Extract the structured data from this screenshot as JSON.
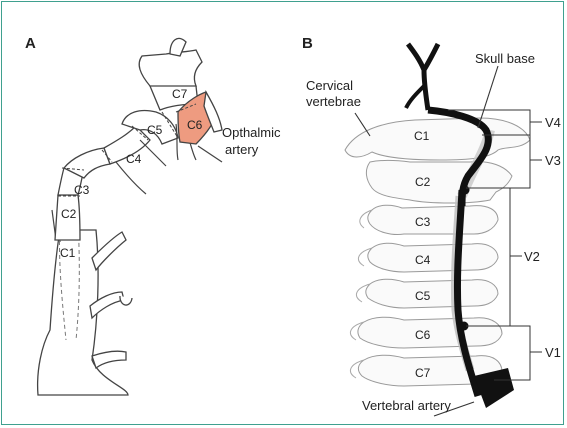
{
  "panels": {
    "a_label": "A",
    "b_label": "B"
  },
  "panel_a": {
    "segments": [
      "C1",
      "C2",
      "C3",
      "C4",
      "C5",
      "C6",
      "C7"
    ],
    "branch_label_line1": "Opthalmic",
    "branch_label_line2": "artery",
    "colors": {
      "c6_highlight": "#ee9b80",
      "vessel_outline": "#444444"
    }
  },
  "panel_b": {
    "cervical_line1": "Cervical",
    "cervical_line2": "vertebrae",
    "skull_base": "Skull base",
    "vertebral_artery": "Vertebral artery",
    "vertebrae": [
      "C1",
      "C2",
      "C3",
      "C4",
      "C5",
      "C6",
      "C7"
    ],
    "segments": [
      "V4",
      "V3",
      "V2",
      "V1"
    ],
    "colors": {
      "artery": "#111111",
      "bone_outline": "#999999",
      "frame": "#3fa08f"
    }
  }
}
